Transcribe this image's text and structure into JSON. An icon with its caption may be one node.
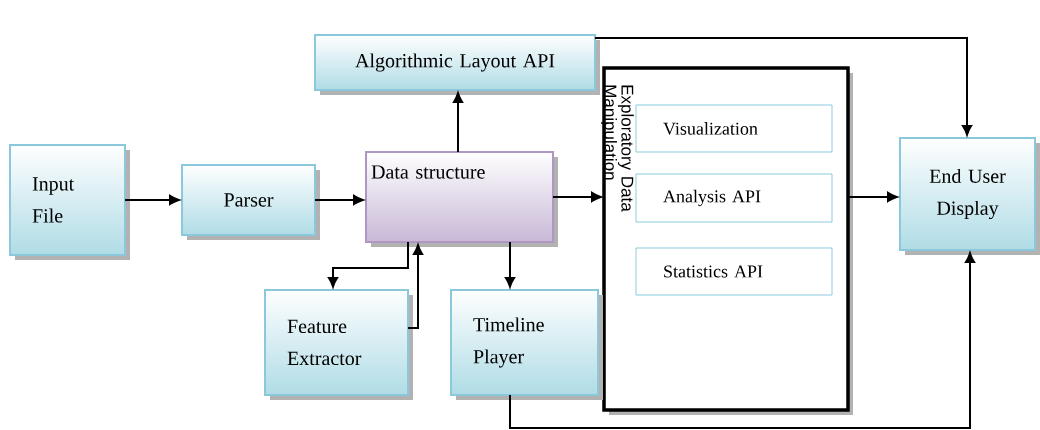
{
  "diagram": {
    "nodes": [
      {
        "text": [
          "Input File"
        ]
      },
      {
        "text": [
          "Parser"
        ]
      },
      {
        "text": [
          "Data structure"
        ]
      },
      {
        "text": [
          "Algorithmic Layout API"
        ]
      },
      {
        "text": [
          "Exploratory Data Manipulation"
        ]
      },
      {
        "text": [
          "Visualization"
        ],
        "in": 4
      },
      {
        "text": [
          "Analysis API"
        ],
        "in": 4
      },
      {
        "text": [
          "Statistics API"
        ],
        "in": 4
      },
      {
        "text": [
          "Feature Extractor"
        ]
      },
      {
        "text": [
          "Timeline Player"
        ]
      },
      {
        "text": [
          "End User Display"
        ]
      }
    ],
    "edges": [
      {
        "from": 0,
        "to": 1,
        "arrow": "to"
      },
      {
        "from": 1,
        "to": 2,
        "arrow": "to"
      },
      {
        "from": 2,
        "to": 3,
        "arrow": "to"
      },
      {
        "from": 2,
        "to": 4,
        "arrow": "to"
      },
      {
        "from": 3,
        "to": 10,
        "arrow": "to"
      },
      {
        "from": 2,
        "to": 8,
        "arrow": "to"
      },
      {
        "from": 8,
        "to": 2,
        "arrow": "to"
      },
      {
        "from": 2,
        "to": 9,
        "arrow": "to"
      },
      {
        "from": 9,
        "to": 10,
        "arrow": "to"
      },
      {
        "from": 4,
        "to": 10,
        "arrow": "to"
      }
    ]
  }
}
